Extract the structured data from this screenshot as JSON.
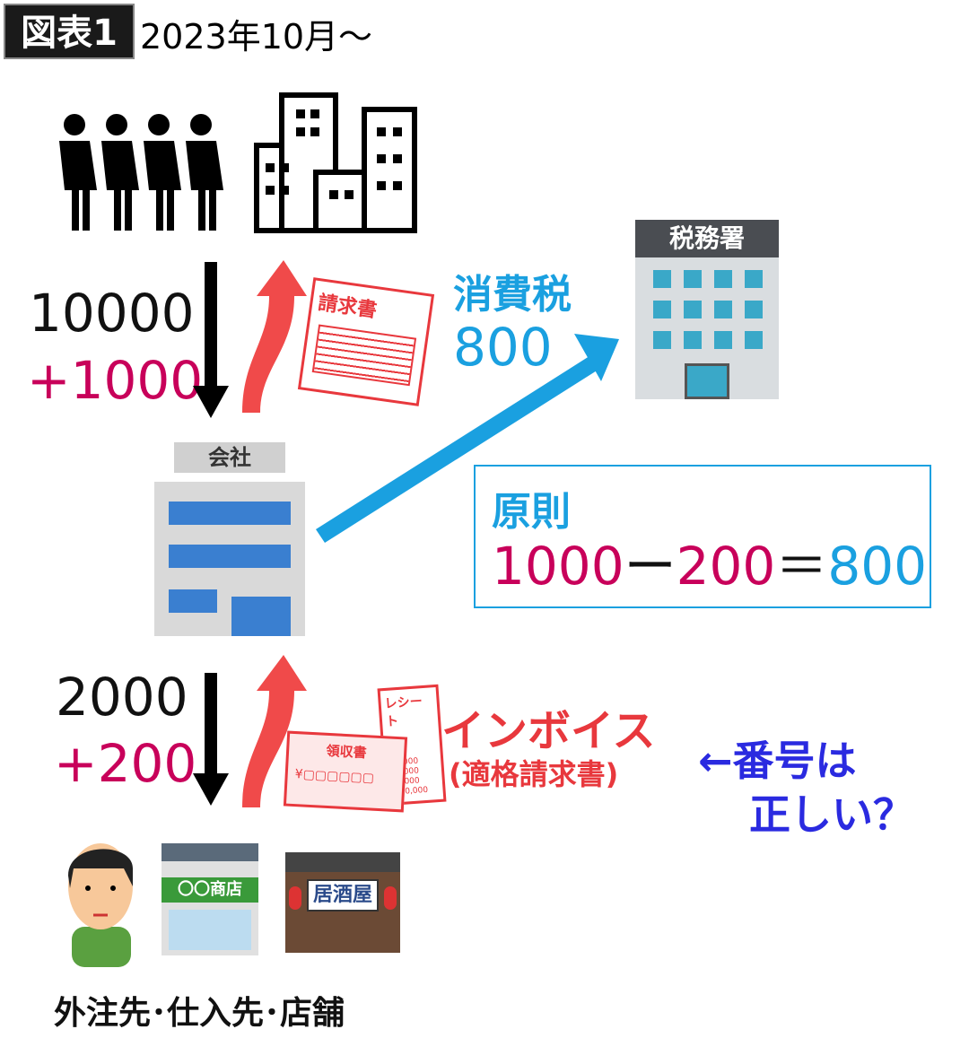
{
  "header": {
    "badge": "図表1",
    "period": "2023年10月〜"
  },
  "customer_flow": {
    "base": "10000",
    "tax": "+1000"
  },
  "supplier_flow": {
    "base": "2000",
    "tax": "+200"
  },
  "documents": {
    "invoice": "請求書",
    "receipt": "領収書",
    "slip": "レシート",
    "slip_lines": [
      "¥000",
      "¥000",
      "¥000",
      "¥0,000"
    ]
  },
  "tax": {
    "label": "消費税",
    "amount": "800"
  },
  "tax_office": {
    "sign": "税務署"
  },
  "company": {
    "sign": "会社"
  },
  "principle": {
    "title": "原則",
    "a": "1000",
    "minus": "ー",
    "b": "200",
    "equals": "＝",
    "result": "800"
  },
  "invoice_label": {
    "title": "インボイス",
    "sub": "(適格請求書)"
  },
  "question": {
    "line1": "←番号は",
    "line2": "正しい？"
  },
  "shops": {
    "shop1": "〇〇商店",
    "shop2": "居酒屋"
  },
  "suppliers_caption": "外注先･仕入先･店舗",
  "colors": {
    "magenta": "#c8005a",
    "blue": "#1aa0e0",
    "red": "#e8383d",
    "navy": "#2a2ae0"
  }
}
